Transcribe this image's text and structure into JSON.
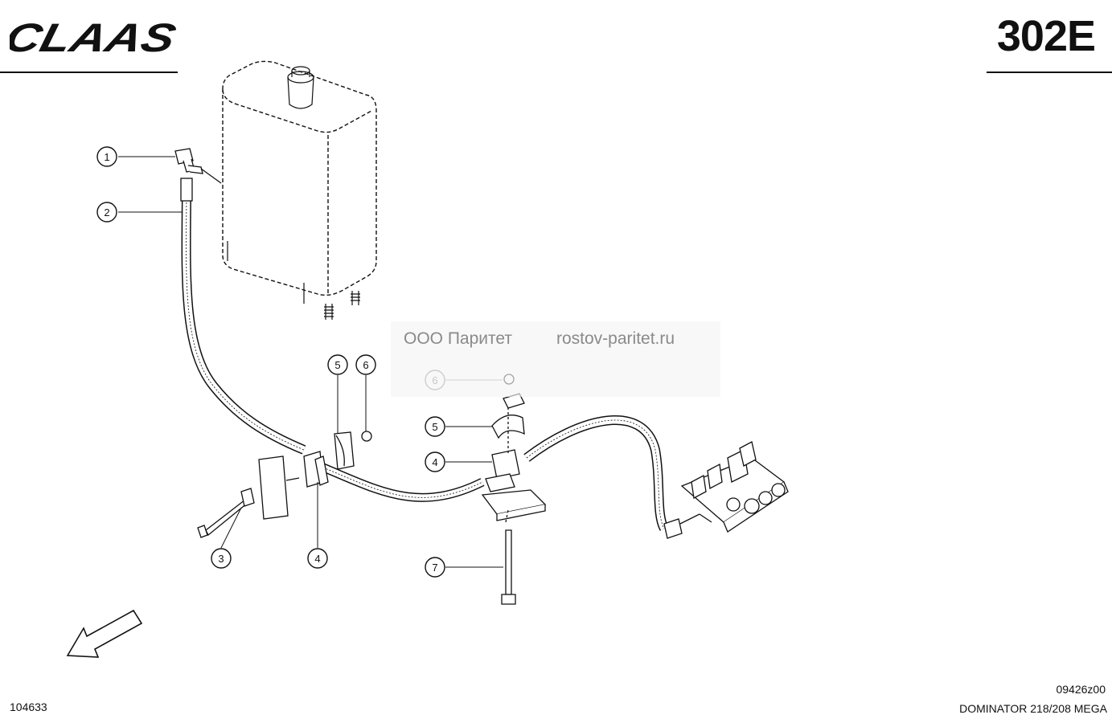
{
  "header": {
    "brand": "CLAAS",
    "page_code": "302E"
  },
  "watermark": {
    "company": "ООО Паритет",
    "website": "rostov-paritet.ru"
  },
  "callouts": [
    {
      "id": "c1",
      "label": "1"
    },
    {
      "id": "c2",
      "label": "2"
    },
    {
      "id": "c3",
      "label": "3"
    },
    {
      "id": "c4a",
      "label": "4"
    },
    {
      "id": "c5a",
      "label": "5"
    },
    {
      "id": "c6a",
      "label": "6"
    },
    {
      "id": "c6b",
      "label": "6"
    },
    {
      "id": "c5b",
      "label": "5"
    },
    {
      "id": "c4b",
      "label": "4"
    },
    {
      "id": "c7",
      "label": "7"
    }
  ],
  "footer": {
    "drawing_number": "104633",
    "figure_ref": "09426z00",
    "model": "DOMINATOR  218/208 MEGA"
  }
}
